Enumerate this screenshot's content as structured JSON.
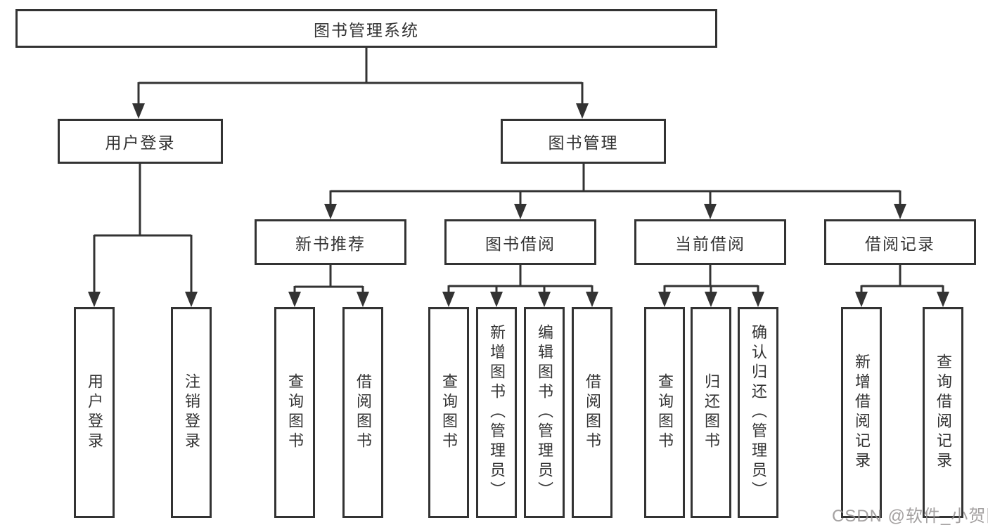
{
  "diagram": {
    "root": {
      "label": "图书管理系统"
    },
    "user_login": {
      "label": "用户登录",
      "children": [
        {
          "label": "用户登录"
        },
        {
          "label": "注销登录"
        }
      ]
    },
    "book_mgmt": {
      "label": "图书管理",
      "modules": [
        {
          "label": "新书推荐",
          "children": [
            {
              "label": "查询图书"
            },
            {
              "label": "借阅图书"
            }
          ]
        },
        {
          "label": "图书借阅",
          "children": [
            {
              "label": "查询图书"
            },
            {
              "label": "新增图书（管理员）"
            },
            {
              "label": "编辑图书（管理员）"
            },
            {
              "label": "借阅图书"
            }
          ]
        },
        {
          "label": "当前借阅",
          "children": [
            {
              "label": "查询图书"
            },
            {
              "label": "归还图书"
            },
            {
              "label": "确认归还（管理员）"
            }
          ]
        },
        {
          "label": "借阅记录",
          "children": [
            {
              "label": "新增借阅记录"
            },
            {
              "label": "查询借阅记录"
            }
          ]
        }
      ]
    }
  },
  "watermark": "CSDN @软件_小贺同学",
  "colors": {
    "line": "#333333",
    "box_border": "#333333",
    "text": "#333333",
    "background": "#ffffff",
    "watermark": "#949090"
  }
}
